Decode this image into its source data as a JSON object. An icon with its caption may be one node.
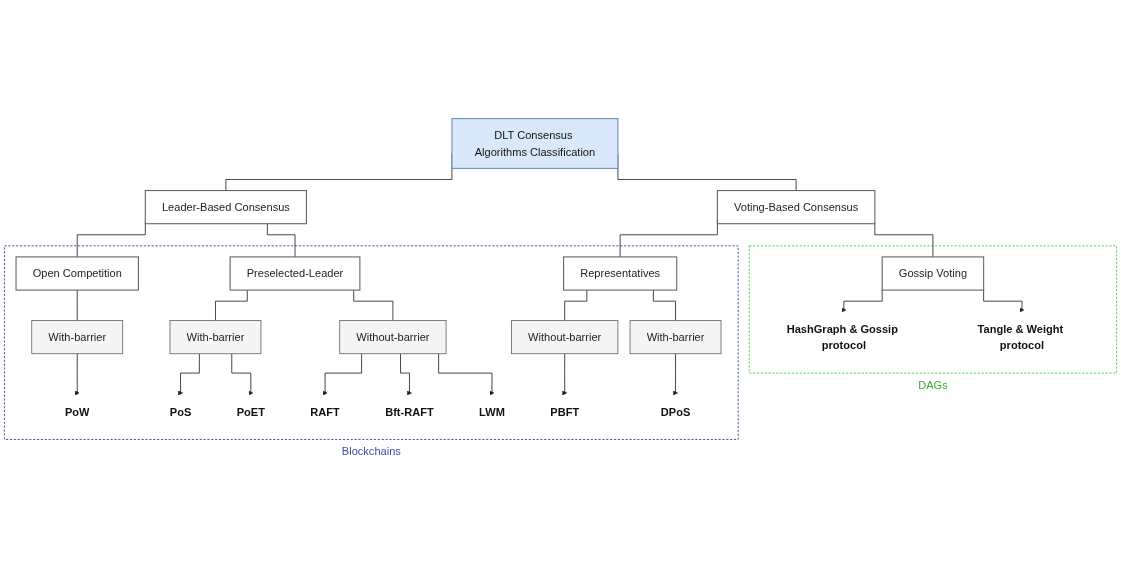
{
  "diagram": {
    "nodes": [
      {
        "text": [
          "DLT Consensus Algorithms Classification"
        ]
      },
      {
        "text": [
          "Leader-Based Consensus"
        ]
      },
      {
        "text": [
          "Voting-Based Consensus"
        ]
      },
      {
        "text": [
          "Blockchains"
        ]
      },
      {
        "text": [
          "Open Competition"
        ],
        "in": 3
      },
      {
        "text": [
          "Preselected-Leader"
        ],
        "in": 3
      },
      {
        "text": [
          "Representatives"
        ],
        "in": 3
      },
      {
        "text": [
          "With-barrier"
        ],
        "in": 3
      },
      {
        "text": [
          "With-barrier"
        ],
        "in": 3
      },
      {
        "text": [
          "Without-barrier"
        ],
        "in": 3
      },
      {
        "text": [
          "Without-barrier"
        ],
        "in": 3
      },
      {
        "text": [
          "With-barrier"
        ],
        "in": 3
      },
      {
        "text": [
          "PoW"
        ],
        "in": 3
      },
      {
        "text": [
          "PoS"
        ],
        "in": 3
      },
      {
        "text": [
          "PoET"
        ],
        "in": 3
      },
      {
        "text": [
          "RAFT"
        ],
        "in": 3
      },
      {
        "text": [
          "Bft-RAFT"
        ],
        "in": 3
      },
      {
        "text": [
          "LWM"
        ],
        "in": 3
      },
      {
        "text": [
          "PBFT"
        ],
        "in": 3
      },
      {
        "text": [
          "DPoS"
        ],
        "in": 3
      },
      {
        "text": [
          "DAGs"
        ]
      },
      {
        "text": [
          "Gossip Voting"
        ],
        "in": 20
      },
      {
        "text": [
          "HashGraph & Gossip protocol"
        ],
        "in": 20
      },
      {
        "text": [
          "Tangle & Weight protocol"
        ],
        "in": 20
      }
    ],
    "edges": [
      {
        "from": 0,
        "to": 1,
        "arrow": "none"
      },
      {
        "from": 0,
        "to": 2,
        "arrow": "none"
      },
      {
        "from": 1,
        "to": 4,
        "arrow": "none"
      },
      {
        "from": 1,
        "to": 5,
        "arrow": "none"
      },
      {
        "from": 2,
        "to": 6,
        "arrow": "none"
      },
      {
        "from": 2,
        "to": 21,
        "arrow": "none"
      },
      {
        "from": 4,
        "to": 7,
        "arrow": "none"
      },
      {
        "from": 5,
        "to": 8,
        "arrow": "none"
      },
      {
        "from": 5,
        "to": 9,
        "arrow": "none"
      },
      {
        "from": 6,
        "to": 10,
        "arrow": "none"
      },
      {
        "from": 6,
        "to": 11,
        "arrow": "none"
      },
      {
        "from": 7,
        "to": 12,
        "arrow": "to"
      },
      {
        "from": 8,
        "to": 13,
        "arrow": "to"
      },
      {
        "from": 8,
        "to": 14,
        "arrow": "to"
      },
      {
        "from": 9,
        "to": 15,
        "arrow": "to"
      },
      {
        "from": 9,
        "to": 16,
        "arrow": "to"
      },
      {
        "from": 9,
        "to": 17,
        "arrow": "to"
      },
      {
        "from": 10,
        "to": 18,
        "arrow": "to"
      },
      {
        "from": 11,
        "to": 19,
        "arrow": "to"
      },
      {
        "from": 21,
        "to": 22,
        "arrow": "to"
      },
      {
        "from": 21,
        "to": 23,
        "arrow": "to"
      }
    ]
  }
}
